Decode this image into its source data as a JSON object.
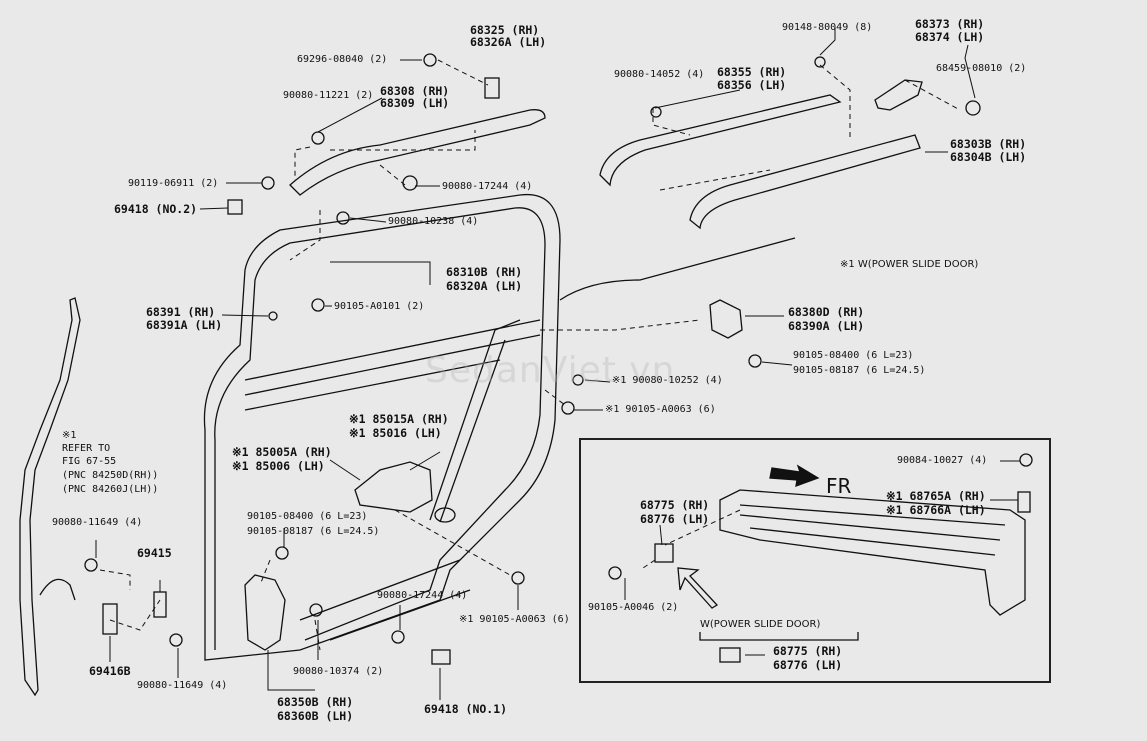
{
  "watermark": "SedanViet.vn",
  "note_power_slide": "※1 W(POWER SLIDE DOOR)",
  "fr_label": "FR",
  "refer": {
    "mark": "※1",
    "line1": "REFER TO",
    "line2": "FIG 67-55",
    "line3": "(PNC 84250D(RH))",
    "line4": "(PNC 84260J(LH))"
  },
  "inset_subtitle": "W(POWER SLIDE DOOR)",
  "labels": {
    "p68325": "68325 (RH)",
    "p68326a": "68326A (LH)",
    "p69296": "69296-08040 (2)",
    "p68308": "68308 (RH)",
    "p68309": "68309 (LH)",
    "p90080_11221": "90080-11221 (2)",
    "p90119": "90119-06911 (2)",
    "p69418_2": "69418 (NO.2)",
    "p90080_17244a": "90080-17244 (4)",
    "p90080_10238": "90080-10238 (4)",
    "p68310b": "68310B (RH)",
    "p68320a": "68320A (LH)",
    "p90105_a0101": "90105-A0101 (2)",
    "p68391": "68391 (RH)",
    "p68391a": "68391A (LH)",
    "p90148": "90148-80049 (8)",
    "p68373": "68373 (RH)",
    "p68374": "68374 (LH)",
    "p68459": "68459-08010 (2)",
    "p90080_14052": "90080-14052 (4)",
    "p68355": "68355 (RH)",
    "p68356": "68356 (LH)",
    "p68303b": "68303B (RH)",
    "p68304b": "68304B (LH)",
    "p68380d": "68380D (RH)",
    "p68390a": "68390A (LH)",
    "p90105_08400a": "90105-08400 (6 L=23)",
    "p90105_08187a": "90105-08187 (6 L=24.5)",
    "p90080_10252": "※1 90080-10252 (4)",
    "p90105_a0063a": "※1 90105-A0063 (6)",
    "p85015a": "※1 85015A (RH)",
    "p85016": "※1 85016 (LH)",
    "p85005a": "※1 85005A (RH)",
    "p85006": "※1 85006 (LH)",
    "p90080_11649a": "90080-11649 (4)",
    "p69415": "69415",
    "p90105_08400b": "90105-08400 (6 L=23)",
    "p90105_08187b": "90105-08187 (6 L=24.5)",
    "p90080_17244b": "90080-17244 (4)",
    "p90105_a0063b": "※1 90105-A0063 (6)",
    "p69416b": "69416B",
    "p90080_11649b": "90080-11649 (4)",
    "p90080_10374": "90080-10374 (2)",
    "p68350b": "68350B (RH)",
    "p68360b": "68360B (LH)",
    "p69418_1": "69418 (NO.1)",
    "p90084": "90084-10027 (4)",
    "p68765a": "※1 68765A (RH)",
    "p68766a": "※1 68766A (LH)",
    "p68775a": "68775 (RH)",
    "p68776a": "68776 (LH)",
    "p90105_a0046": "90105-A0046 (2)",
    "p68775b": "68775 (RH)",
    "p68776b": "68776 (LH)"
  }
}
